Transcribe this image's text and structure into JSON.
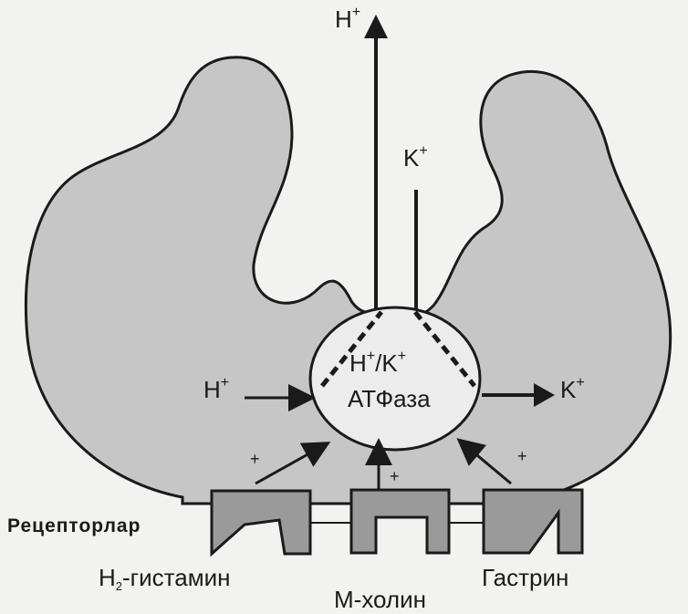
{
  "ions": {
    "h_top": {
      "base": "H",
      "sup": "+"
    },
    "k_top": {
      "base": "K",
      "sup": "+"
    },
    "h_left": {
      "base": "H",
      "sup": "+"
    },
    "k_right": {
      "base": "K",
      "sup": "+"
    }
  },
  "pump": {
    "line1": {
      "h": "H",
      "h_sup": "+",
      "slash": "/",
      "k": "K",
      "k_sup": "+"
    },
    "line2": "АТФаза"
  },
  "stimulus_sign": "+",
  "receptors_label": "Рецепторлар",
  "receptors": {
    "histamine": {
      "prefix": "H",
      "sub": "2",
      "suffix": "-гистамин"
    },
    "cholin": "М-холин",
    "gastrin": "Гастрин"
  },
  "colors": {
    "cell_fill": "#c6c6c6",
    "stroke": "#1a1a1a",
    "receptor_fill": "#9a9a9a",
    "pump_fill": "#ececec",
    "background": "#f2f2f0"
  }
}
